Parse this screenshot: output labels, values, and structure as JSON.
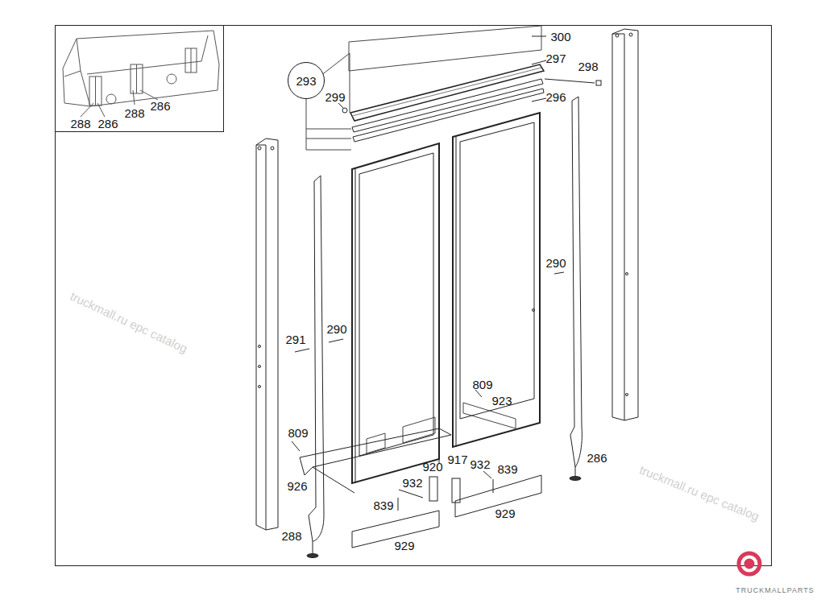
{
  "diagram": {
    "nodes": [
      {
        "text": [
          "293"
        ]
      }
    ],
    "labels": [
      "288",
      "286",
      "288",
      "286",
      "300",
      "297",
      "298",
      "299",
      "296",
      "290",
      "290",
      "291",
      "809",
      "923",
      "809",
      "920",
      "917",
      "932",
      "839",
      "286",
      "932",
      "926",
      "839",
      "929",
      "288",
      "929",
      "truckmall.ru epc catalog",
      "truckmall.ru epc catalog",
      "TRUCKMALLPARTS"
    ]
  }
}
